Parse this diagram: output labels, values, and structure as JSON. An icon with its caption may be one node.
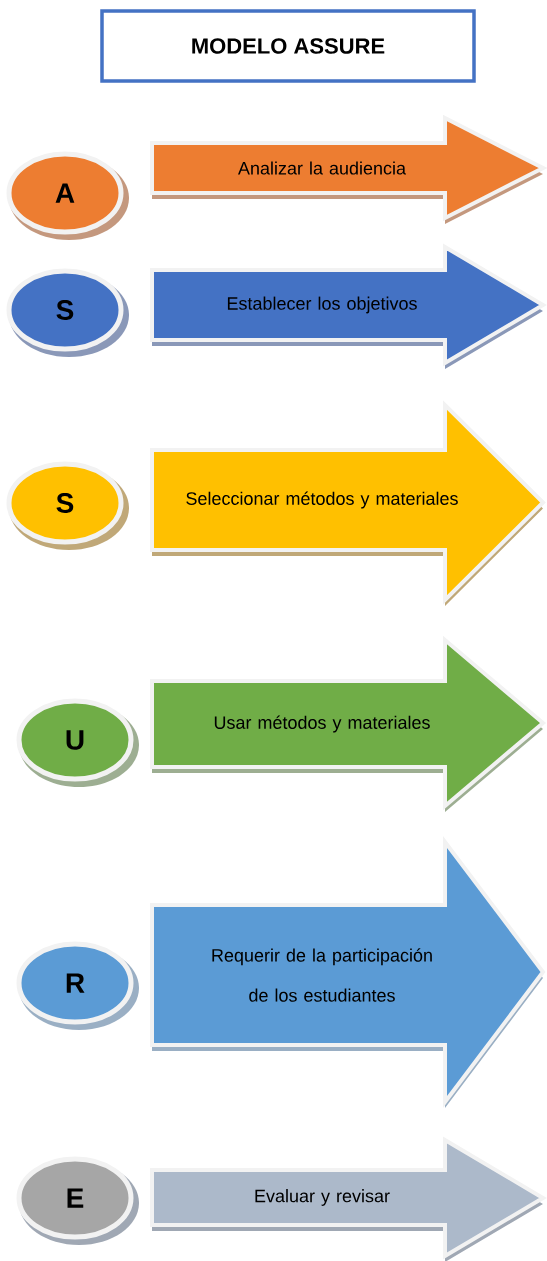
{
  "diagram": {
    "nodes": [
      {
        "text": [
          "MODELO ASSURE"
        ]
      },
      {
        "text": [
          "A"
        ]
      },
      {
        "text": [
          "Analizar la audiencia"
        ]
      },
      {
        "text": [
          "S"
        ]
      },
      {
        "text": [
          "Establecer los objetivos"
        ]
      },
      {
        "text": [
          "S"
        ]
      },
      {
        "text": [
          "Seleccionar métodos y materiales"
        ]
      },
      {
        "text": [
          "U"
        ]
      },
      {
        "text": [
          "Usar métodos y materiales"
        ]
      },
      {
        "text": [
          "R"
        ]
      },
      {
        "text": [
          "Requerir de la participación de los estudiantes"
        ]
      },
      {
        "text": [
          "E"
        ]
      },
      {
        "text": [
          "Evaluar y revisar"
        ]
      }
    ]
  }
}
